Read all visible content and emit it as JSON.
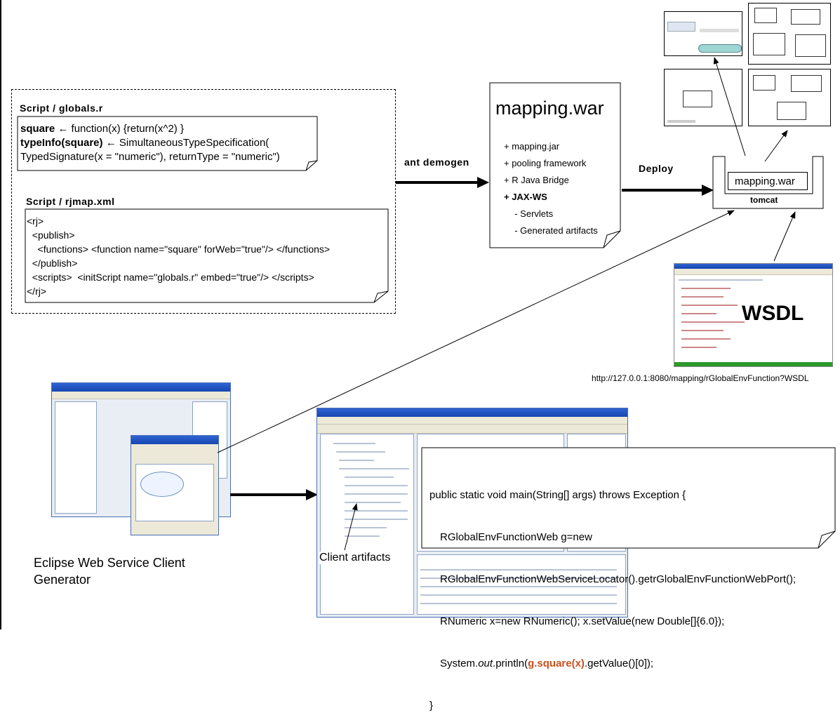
{
  "globals_doc": {
    "caption": "Script / globals.r",
    "line1_name": "square",
    "line1_rest": "← function(x) {return(x^2) }",
    "line2_name": "typeInfo(square)",
    "line2_rest": "← SimultaneousTypeSpecification(",
    "line3": "TypedSignature(x = \"numeric\"), returnType = \"numeric\")"
  },
  "rjmap_doc": {
    "caption": "Script / rjmap.xml",
    "lines": [
      "<rj>",
      "  <publish>",
      "    <functions> <function name=\"square\" forWeb=\"true\"/> </functions>",
      "  </publish>",
      "  <scripts>  <initScript name=\"globals.r\" embed=\"true\"/> </scripts>",
      "</rj>"
    ]
  },
  "arrow_labels": {
    "ant": "ant demogen",
    "deploy": "Deploy"
  },
  "war_doc": {
    "title": "mapping.war",
    "items": [
      "+ mapping.jar",
      "+ pooling framework",
      "+ R Java Bridge",
      "+ JAX-WS",
      "  - Servlets",
      "  - Generated artifacts"
    ]
  },
  "tomcat": {
    "war_label": "mapping.war",
    "label": "tomcat"
  },
  "wsdl": {
    "label": "WSDL",
    "url": "http://127.0.0.1:8080/mapping/rGlobalEnvFunction?WSDL"
  },
  "eclipse_generator": {
    "caption_line1": "Eclipse Web Service Client",
    "caption_line2": "Generator"
  },
  "client_artifacts": {
    "label": "Client artifacts"
  },
  "client_code": {
    "line1": "public static void main(String[] args) throws Exception {",
    "line2": "RGlobalEnvFunctionWeb g=new",
    "line3": "RGlobalEnvFunctionWebServiceLocator().getrGlobalEnvFunctionWebPort();",
    "line4": "RNumeric x=new RNumeric(); x.setValue(new Double[]{6.0});",
    "line5_pre": "System.",
    "line5_out": "out",
    "line5_mid": ".println(",
    "line5_hl": "g.square(x)",
    "line5_post": ".getValue()[0]);",
    "line6": "}"
  },
  "colors": {
    "highlight": "#c8501e",
    "window_title": "#1746b0",
    "window_bg": "#ece9d8"
  }
}
